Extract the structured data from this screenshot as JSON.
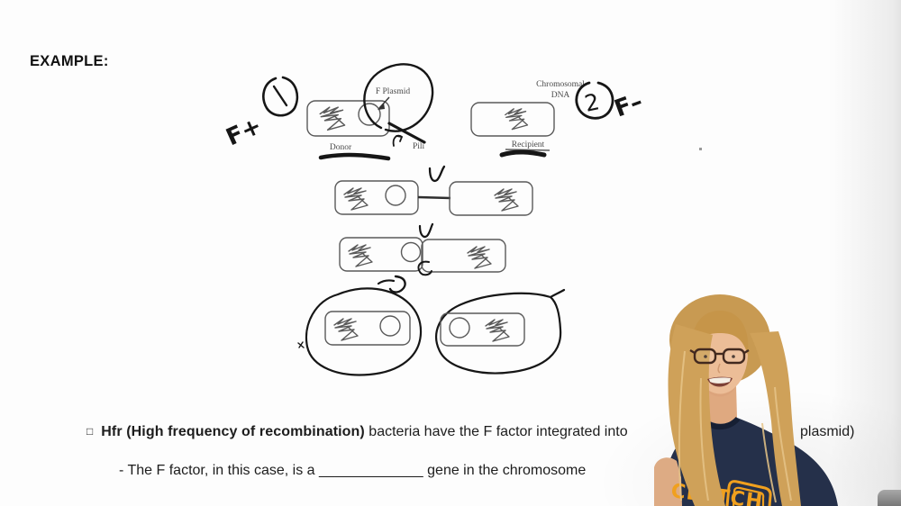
{
  "header": {
    "example_label": "EXAMPLE:"
  },
  "diagram": {
    "labels": {
      "f_plasmid": "F Plasmid",
      "chromosomal_dna_line1": "Chromosomal",
      "chromosomal_dna_line2": "DNA",
      "donor": "Donor",
      "pili": "Pili",
      "recipient": "Recipient"
    },
    "handwritten": {
      "step1": "1",
      "step2": "2",
      "donor_genotype": "F+",
      "recipient_genotype": "F–"
    }
  },
  "notes": {
    "bullet": "□",
    "line1_bold": "Hfr (High frequency of recombination)",
    "line1_rest": " bacteria have the F factor integrated into",
    "line1_tail": "plasmid)",
    "line2": "- The F factor, in this case, is a _____________ gene in the chromosome"
  },
  "presenter": {
    "shirt_text": "CLUTCH"
  },
  "colors": {
    "handwriting_ink": "#161616",
    "printed_diagram_ink": "#5a5a5a",
    "shirt_navy": "#25304a",
    "logo_gold": "#f0a01e",
    "hair_blonde": "#cfa159"
  }
}
